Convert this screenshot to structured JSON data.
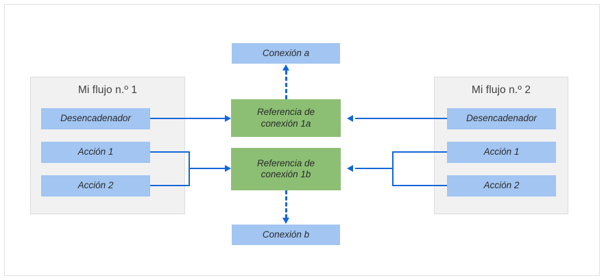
{
  "diagram": {
    "title_hidden": "",
    "colors": {
      "flow_panel_bg": "#f1f1f1",
      "flow_panel_border": "#dcdcdc",
      "node_blue": "#a2c5f2",
      "node_green": "#8cbf74",
      "connector_blue": "#1266d9",
      "text_dark": "#2b2b2b",
      "canvas": "#ffffff"
    },
    "left_flow": {
      "title": "Mi flujo n.º 1",
      "nodes": [
        {
          "label": "Desencadenador"
        },
        {
          "label": "Acción 1"
        },
        {
          "label": "Acción 2"
        }
      ]
    },
    "right_flow": {
      "title": "Mi flujo n.º 2",
      "nodes": [
        {
          "label": "Desencadenador"
        },
        {
          "label": "Acción 1"
        },
        {
          "label": "Acción 2"
        }
      ]
    },
    "center": {
      "connection_top": {
        "label": "Conexión a"
      },
      "connection_bottom": {
        "label": "Conexión b"
      },
      "references": [
        {
          "line1": "Referencia de",
          "line2": "conexión 1a"
        },
        {
          "line1": "Referencia de",
          "line2": "conexión 1b"
        }
      ]
    },
    "connectors": {
      "trigger_to_ref1a": "solid-arrow-right",
      "actions_merge_to_ref1b": "solid-arrow-right",
      "right_trigger_to_ref1a": "solid-arrow-left",
      "right_actions_merge_to_ref1b": "solid-arrow-left",
      "ref1a_to_connection_a": "dashed-arrow-up",
      "ref1b_to_connection_b": "dashed-arrow-down"
    }
  }
}
